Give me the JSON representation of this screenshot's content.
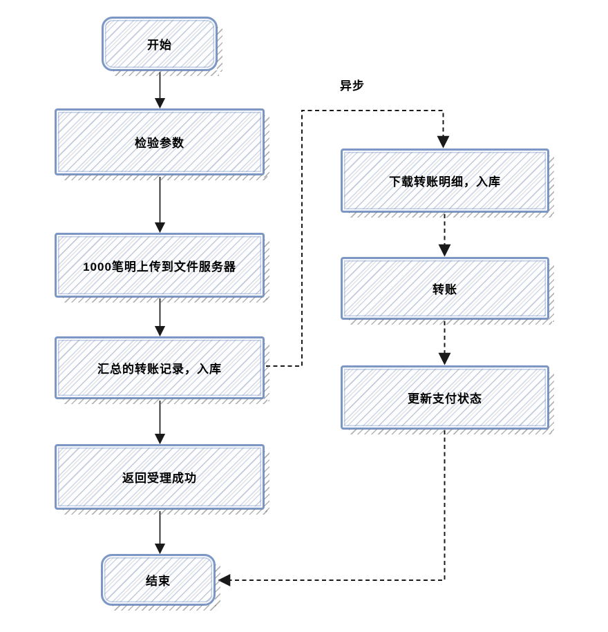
{
  "diagram": {
    "type": "flowchart",
    "style": "hand-drawn-sketch-hatched",
    "labels": {
      "async": "异步"
    },
    "nodes": {
      "start": {
        "label": "开始",
        "shape": "terminator"
      },
      "validate": {
        "label": "检验参数",
        "shape": "process"
      },
      "upload": {
        "label": "1000笔明上传到文件服务器",
        "shape": "process"
      },
      "summary": {
        "label": "汇总的转账记录，入库",
        "shape": "process"
      },
      "return": {
        "label": "返回受理成功",
        "shape": "process"
      },
      "end": {
        "label": "结束",
        "shape": "terminator"
      },
      "download": {
        "label": "下载转账明细，入库",
        "shape": "process"
      },
      "transfer": {
        "label": "转账",
        "shape": "process"
      },
      "update": {
        "label": "更新支付状态",
        "shape": "process"
      }
    },
    "edges": [
      {
        "from": "start",
        "to": "validate",
        "style": "solid"
      },
      {
        "from": "validate",
        "to": "upload",
        "style": "solid"
      },
      {
        "from": "upload",
        "to": "summary",
        "style": "solid"
      },
      {
        "from": "summary",
        "to": "return",
        "style": "solid"
      },
      {
        "from": "return",
        "to": "end",
        "style": "solid"
      },
      {
        "from": "summary",
        "to": "download",
        "style": "dashed",
        "label": "异步"
      },
      {
        "from": "download",
        "to": "transfer",
        "style": "dashed"
      },
      {
        "from": "transfer",
        "to": "update",
        "style": "dashed"
      },
      {
        "from": "update",
        "to": "end",
        "style": "dashed"
      }
    ],
    "colors": {
      "node_border": "#7d97c5",
      "hatch_blue": "#8da2cb",
      "hatch_gray": "#7d7d7d",
      "arrow": "#1a1a1a",
      "background": "#ffffff",
      "text": "#000000"
    }
  }
}
